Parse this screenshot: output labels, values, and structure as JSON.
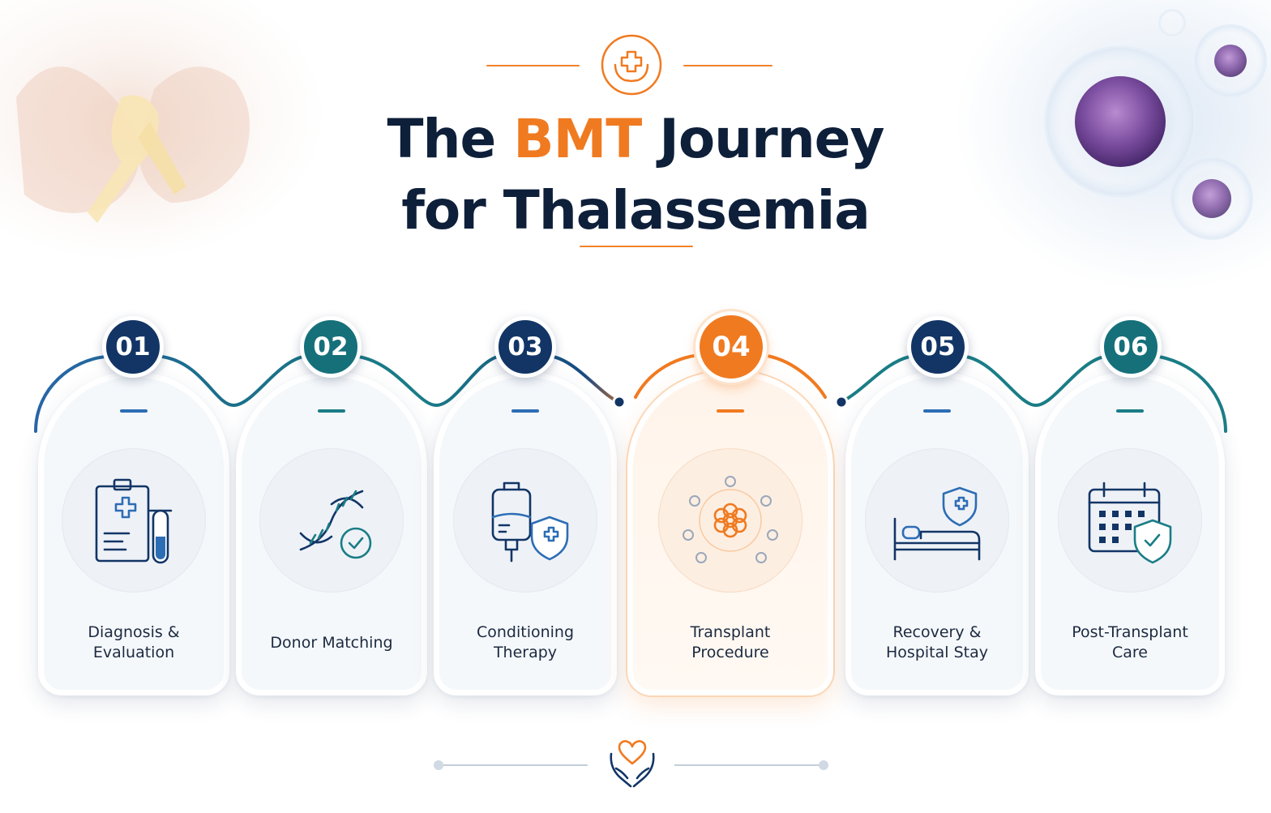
{
  "header": {
    "title_part1": "The ",
    "title_accent": "BMT",
    "title_part2": " Journey",
    "title_line2": "for Thalassemia"
  },
  "colors": {
    "navy": "#123566",
    "teal": "#15707a",
    "orange": "#f07a20",
    "dark_text": "#0e1f3a"
  },
  "steps": [
    {
      "number": "01",
      "label": "Diagnosis &\nEvaluation",
      "icon": "clipboard-test-tube-icon",
      "color": "navy"
    },
    {
      "number": "02",
      "label": "Donor Matching",
      "icon": "dna-check-icon",
      "color": "teal"
    },
    {
      "number": "03",
      "label": "Conditioning\nTherapy",
      "icon": "iv-bag-shield-icon",
      "color": "navy"
    },
    {
      "number": "04",
      "label": "Transplant\nProcedure",
      "icon": "stem-cells-icon",
      "color": "orange",
      "active": true
    },
    {
      "number": "05",
      "label": "Recovery &\nHospital Stay",
      "icon": "hospital-bed-shield-icon",
      "color": "navy"
    },
    {
      "number": "06",
      "label": "Post-Transplant\nCare",
      "icon": "calendar-shield-icon",
      "color": "teal"
    }
  ],
  "decorations": {
    "top_left": "hands-ribbon-icon",
    "top_right": "cells-icon",
    "header_emblem": "medical-care-hands-icon",
    "footer_emblem": "heart-hands-icon"
  }
}
